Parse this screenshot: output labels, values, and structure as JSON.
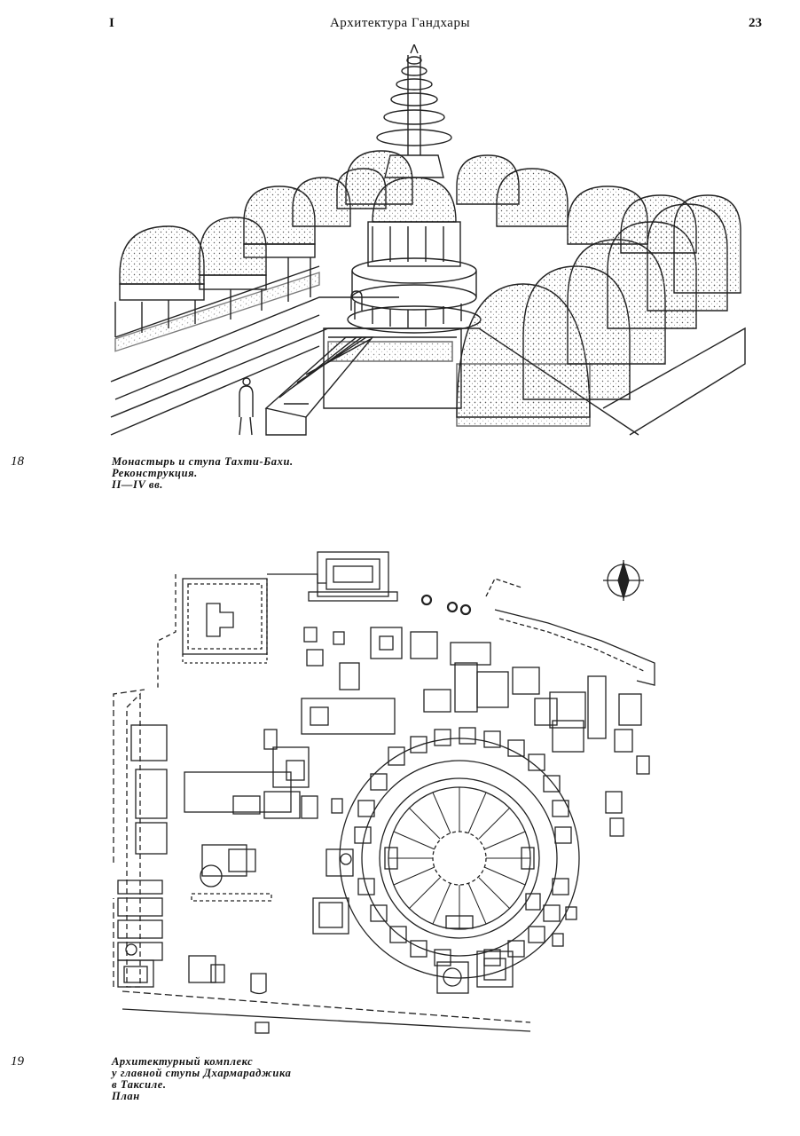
{
  "header": {
    "section": "I",
    "title": "Архитектура Гандхары",
    "page_number": "23"
  },
  "figures": [
    {
      "number": "18",
      "caption": [
        "Монастырь и ступа Тахти-Бахи.",
        "Реконструкция.",
        "II—IV вв."
      ]
    },
    {
      "number": "19",
      "caption": [
        "Архитектурный комплекс",
        "у главной ступы Дхармараджика",
        "в Таксиле.",
        "План"
      ]
    }
  ]
}
